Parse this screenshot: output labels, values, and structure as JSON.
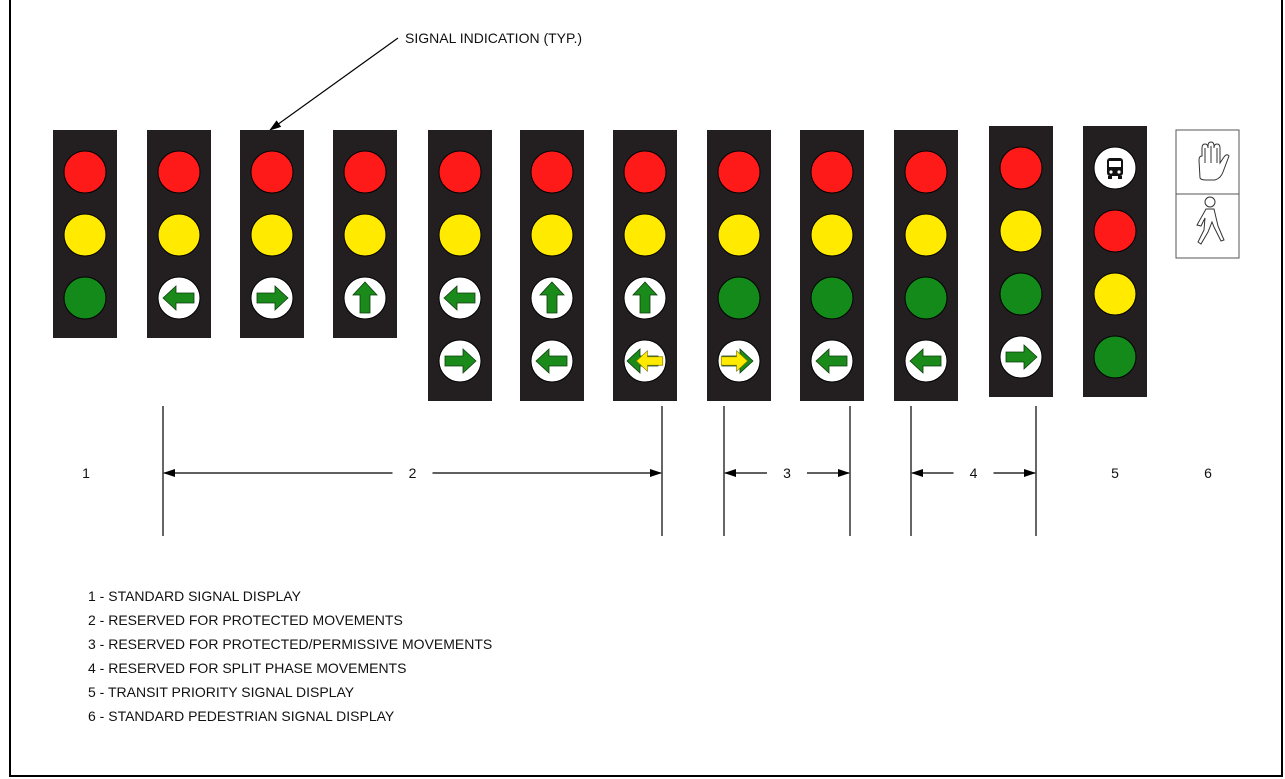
{
  "callout": {
    "text": "SIGNAL INDICATION (TYP.)"
  },
  "colors": {
    "housing": "#231f20",
    "red": "#ff1a1a",
    "yellow": "#ffea00",
    "green": "#138a1a",
    "arrow_green": "#1a8a1a",
    "flash_yellow": "#ffea00",
    "lens_outline": "#000000"
  },
  "signals": [
    {
      "name": "signal-1",
      "lenses": [
        "red",
        "yellow",
        "green"
      ]
    },
    {
      "name": "signal-2",
      "lenses": [
        "red",
        "yellow",
        "arrow-left"
      ]
    },
    {
      "name": "signal-3",
      "lenses": [
        "red",
        "yellow",
        "arrow-right"
      ]
    },
    {
      "name": "signal-4",
      "lenses": [
        "red",
        "yellow",
        "arrow-up"
      ]
    },
    {
      "name": "signal-5",
      "lenses": [
        "red",
        "yellow",
        "arrow-left",
        "arrow-right"
      ]
    },
    {
      "name": "signal-6",
      "lenses": [
        "red",
        "yellow",
        "arrow-up",
        "arrow-left"
      ]
    },
    {
      "name": "signal-7",
      "lenses": [
        "red",
        "yellow",
        "arrow-up",
        "flash-left"
      ]
    },
    {
      "name": "signal-8",
      "lenses": [
        "red",
        "yellow",
        "green",
        "flash-right"
      ]
    },
    {
      "name": "signal-9",
      "lenses": [
        "red",
        "yellow",
        "green",
        "arrow-left"
      ]
    },
    {
      "name": "signal-10",
      "lenses": [
        "red",
        "yellow",
        "green",
        "arrow-left"
      ]
    },
    {
      "name": "signal-11",
      "lenses": [
        "red",
        "yellow",
        "green",
        "arrow-right"
      ]
    },
    {
      "name": "signal-12",
      "lenses": [
        "bus",
        "red",
        "yellow",
        "green"
      ]
    }
  ],
  "pedestrian": {
    "icons": [
      "hand-icon",
      "walking-person-icon"
    ]
  },
  "groups": [
    {
      "label": "1",
      "type": "single"
    },
    {
      "label": "2",
      "type": "range"
    },
    {
      "label": "3",
      "type": "range"
    },
    {
      "label": "4",
      "type": "range"
    },
    {
      "label": "5",
      "type": "single"
    },
    {
      "label": "6",
      "type": "single"
    }
  ],
  "legend": [
    "1 - STANDARD SIGNAL DISPLAY",
    "2 - RESERVED FOR PROTECTED MOVEMENTS",
    "3 - RESERVED FOR PROTECTED/PERMISSIVE MOVEMENTS",
    "4 - RESERVED FOR SPLIT PHASE MOVEMENTS",
    "5 - TRANSIT PRIORITY SIGNAL DISPLAY",
    "6 - STANDARD PEDESTRIAN SIGNAL DISPLAY"
  ]
}
